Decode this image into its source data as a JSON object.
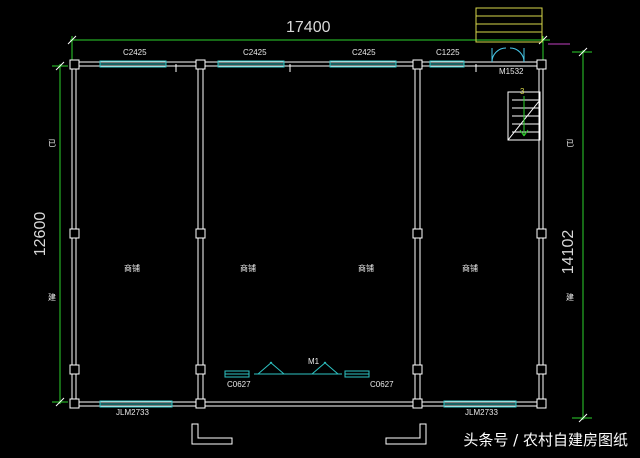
{
  "dimensions": {
    "total_width": "17400",
    "left_depth": "12600",
    "right_depth": "14102"
  },
  "windows": {
    "w1": "C2425",
    "w2": "C2425",
    "w3": "C2425",
    "w4": "C1225",
    "w5": "C0627",
    "w6": "C0627"
  },
  "doors": {
    "rear": "M1532",
    "main": "M1",
    "roller_left": "JLM2733",
    "roller_right": "JLM2733"
  },
  "stair_mark": "3",
  "rooms": [
    "商铺",
    "商铺",
    "商铺",
    "商铺"
  ],
  "side_labels": {
    "left_top": "已",
    "left_bottom": "建",
    "right_top": "已",
    "right_bottom": "建"
  },
  "watermark": "头条号 / 农村自建房图纸",
  "colors": {
    "wall": "#ffffff",
    "window": "#2ec4c4",
    "dim": "#2bd22b",
    "stair": "#d8d84a",
    "door": "#46c8e8",
    "accent": "#c040c0"
  }
}
